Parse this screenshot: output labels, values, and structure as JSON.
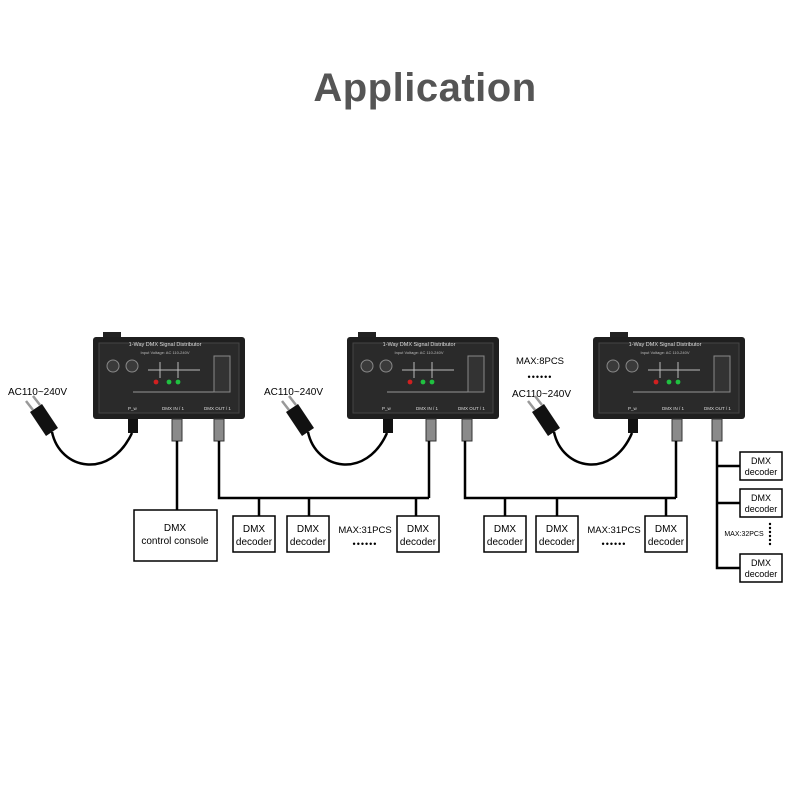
{
  "title": "Application",
  "colors": {
    "device_body": "#1f1f1f",
    "device_panel": "#2c2c2c",
    "wire": "#000000",
    "title_text": "#555555",
    "led_red": "#d02020",
    "led_green": "#20c040"
  },
  "devices": [
    {
      "header": "1-Way DMX Signal Distributor",
      "input_voltage": "Input Voltage: AC 110-240V",
      "ports": [
        "P_w",
        "DMX IN / 1",
        "DMX OUT / 1"
      ],
      "power_label": "AC110~240V"
    },
    {
      "header": "1-Way DMX Signal Distributor",
      "input_voltage": "Input Voltage: AC 110-240V",
      "ports": [
        "P_w",
        "DMX IN / 1",
        "DMX OUT / 1"
      ],
      "power_label": "AC110~240V"
    },
    {
      "header": "1-Way DMX Signal Distributor",
      "input_voltage": "Input Voltage: AC 110-240V",
      "ports": [
        "P_w",
        "DMX IN / 1",
        "DMX OUT / 1"
      ],
      "power_label": "AC110~240V"
    }
  ],
  "max_devices_label": "MAX:8PCS",
  "dots": "••••••",
  "console_label": [
    "DMX",
    "control console"
  ],
  "decoder_label": [
    "DMX",
    "decoder"
  ],
  "max_31_label": "MAX:31PCS",
  "max_32_label": "MAX:32PCS"
}
